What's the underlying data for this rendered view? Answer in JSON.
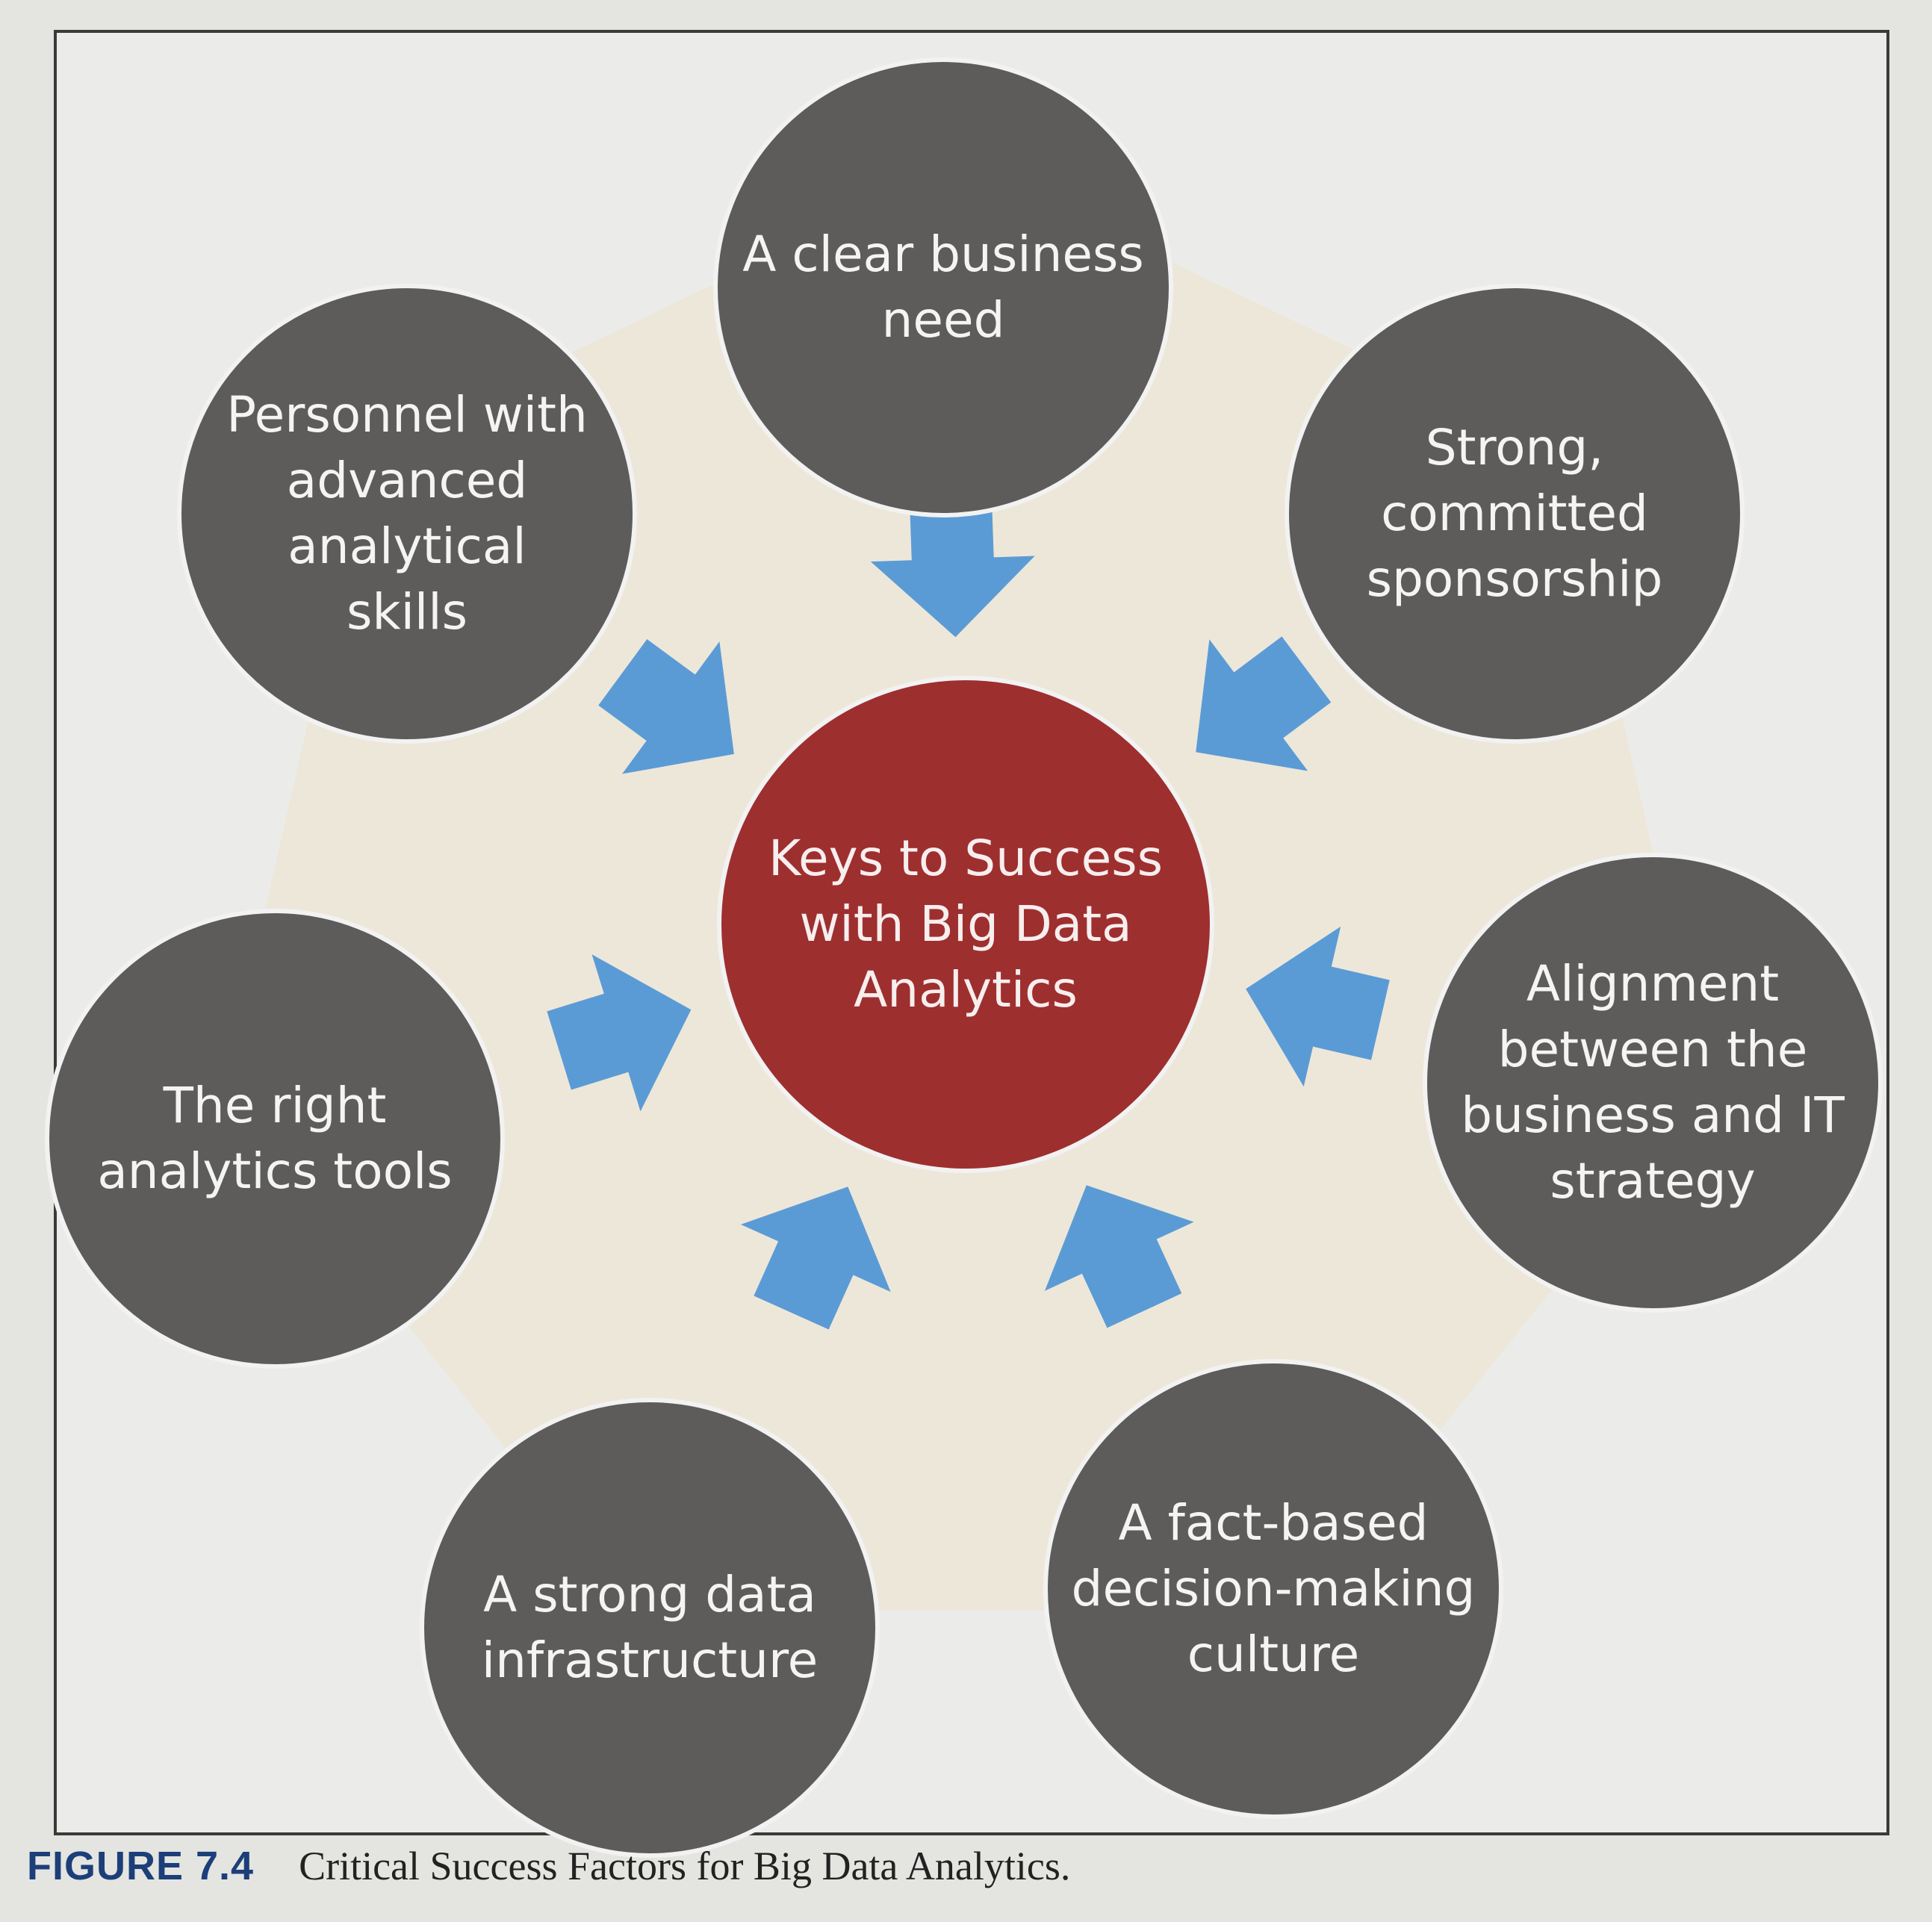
{
  "diagram": {
    "center": "Keys to Success with Big Data Analytics",
    "nodes": [
      "A clear business need",
      "Strong, committed sponsorship",
      "Alignment between the business and IT strategy",
      "A fact-based decision-making culture",
      "A strong data infrastructure",
      "The right analytics tools",
      "Personnel with advanced analytical skills"
    ],
    "colors": {
      "node_fill": "#5d5c5a",
      "node_stroke": "#f2f2f2",
      "center_fill": "#9e2f2f",
      "arrow_fill": "#5b9bd5",
      "background_shape": "#ede7da"
    }
  },
  "caption": {
    "label": "FIGURE 7.4",
    "text": "Critical Success Factors for Big Data Analytics."
  }
}
